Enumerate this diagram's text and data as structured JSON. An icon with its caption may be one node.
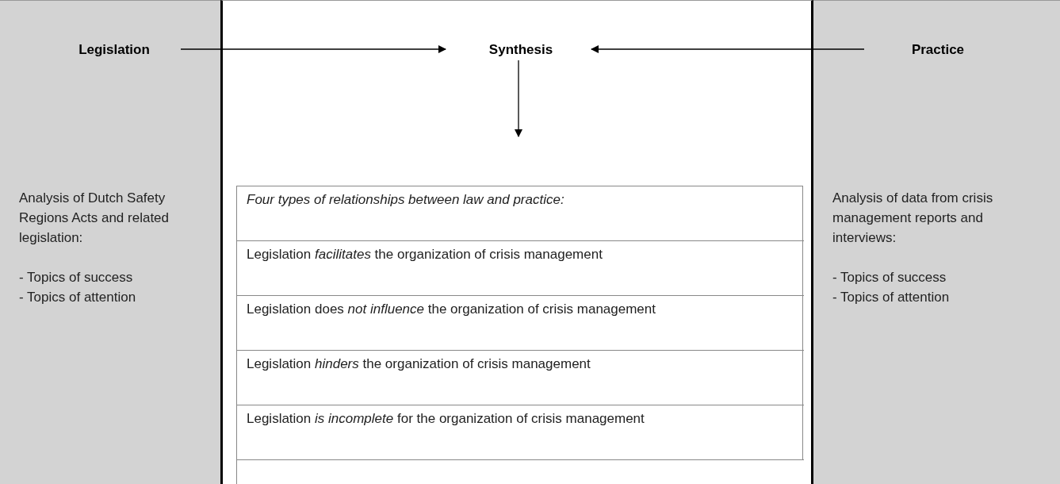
{
  "diagram": {
    "nodes": [
      {
        "text": [
          "Analysis of Dutch Safety Regions Acts and related legislation:",
          "- Topics of success",
          "- Topics of attention"
        ]
      },
      {
        "text": [
          "Legislation"
        ],
        "in": 0
      },
      {
        "text": [],
        "shape": "box"
      },
      {
        "text": [
          "Synthesis"
        ],
        "in": 2
      },
      {
        "text": [
          "Analysis of data from crisis management reports and interviews:",
          "- Topics of success",
          "- Topics of attention"
        ]
      },
      {
        "text": [
          "Practice"
        ],
        "in": 4
      },
      {
        "text": [],
        "shape": "box",
        "in": 2
      },
      {
        "text": [
          "*Four types of relationships between law and practice:*"
        ],
        "in": 6
      },
      {
        "text": [
          "Legislation *facilitates* the organization of crisis management"
        ],
        "in": 6
      },
      {
        "text": [
          "Legislation does *not influence* the organization of crisis management"
        ],
        "in": 6
      },
      {
        "text": [
          "Legislation *hinders* the organization of crisis management"
        ],
        "in": 6
      },
      {
        "text": [
          "Legislation *is incomplete* for the organization of crisis management"
        ],
        "in": 6
      },
      {
        "text": [],
        "shape": "box",
        "in": 6
      }
    ],
    "edges": [
      {
        "from": 1,
        "to": 3,
        "arrow": "to"
      },
      {
        "from": 5,
        "to": 3,
        "arrow": "to"
      },
      {
        "from": 3,
        "to": null,
        "arrow": "to"
      }
    ]
  }
}
